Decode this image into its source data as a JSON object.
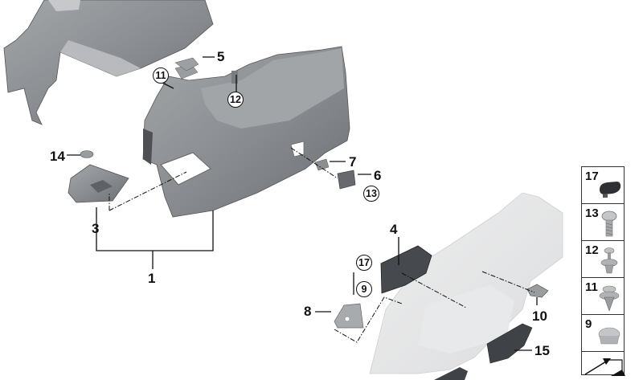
{
  "diagram": {
    "type": "exploded parts diagram",
    "subject": "Luggage compartment side trim panel assembly"
  },
  "callouts": [
    {
      "id": "1",
      "label": "1",
      "style": "plain"
    },
    {
      "id": "3",
      "label": "3",
      "style": "plain"
    },
    {
      "id": "4",
      "label": "4",
      "style": "plain"
    },
    {
      "id": "5",
      "label": "5",
      "style": "plain"
    },
    {
      "id": "6",
      "label": "6",
      "style": "plain"
    },
    {
      "id": "7",
      "label": "7",
      "style": "plain"
    },
    {
      "id": "8",
      "label": "8",
      "style": "plain"
    },
    {
      "id": "10",
      "label": "10",
      "style": "plain"
    },
    {
      "id": "14",
      "label": "14",
      "style": "plain"
    },
    {
      "id": "15",
      "label": "15",
      "style": "plain"
    }
  ],
  "circled_callouts": [
    {
      "id": "11",
      "label": "11"
    },
    {
      "id": "12",
      "label": "12"
    },
    {
      "id": "13",
      "label": "13"
    },
    {
      "id": "17",
      "label": "17"
    },
    {
      "id": "9",
      "label": "9"
    }
  ],
  "legend": {
    "items": [
      {
        "number": "17",
        "part": "oval-plug-icon"
      },
      {
        "number": "13",
        "part": "screw-icon"
      },
      {
        "number": "12",
        "part": "push-rivet-icon"
      },
      {
        "number": "11",
        "part": "clip-icon"
      },
      {
        "number": "9",
        "part": "round-cap-icon"
      }
    ],
    "footer": "next-page-arrow-icon"
  },
  "colors": {
    "part_dark": "#6f7276",
    "part_mid": "#8e9195",
    "part_light": "#b4b6b9",
    "ghost_part": "#e4e5e6",
    "line": "#111111"
  }
}
